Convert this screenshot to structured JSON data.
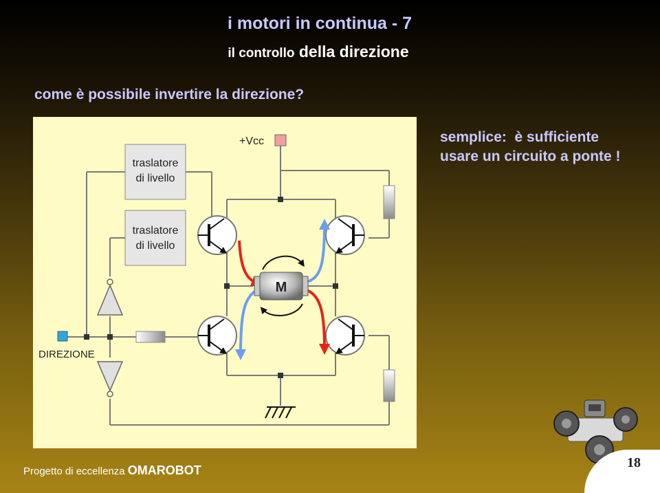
{
  "slide": {
    "title": "i motori in continua - 7",
    "subtitle_part1": "il controllo",
    "subtitle_part2": "della direzione",
    "question": "come è possibile invertire la direzione?",
    "answer_line1": "semplice:  è sufficiente",
    "answer_line2": "usare un circuito a ponte !",
    "page_number": "18"
  },
  "footer": {
    "prefix": "Progetto di eccellenza",
    "brand": "OMAROBOT"
  },
  "diagram": {
    "vcc_label": "+Vcc",
    "translator1_line1": "traslatore",
    "translator1_line2": "di livello",
    "translator2_line1": "traslatore",
    "translator2_line2": "di livello",
    "direction_label": "DIREZIONE",
    "motor_label": "M"
  },
  "colors": {
    "title": "#c9c9ff",
    "diagram_bg": "#fffbc5",
    "arrow_red": "#e8221a",
    "arrow_blue": "#6b9ef0",
    "vcc_pin": "#f0a0a0",
    "direction_pin": "#29a8e0"
  }
}
